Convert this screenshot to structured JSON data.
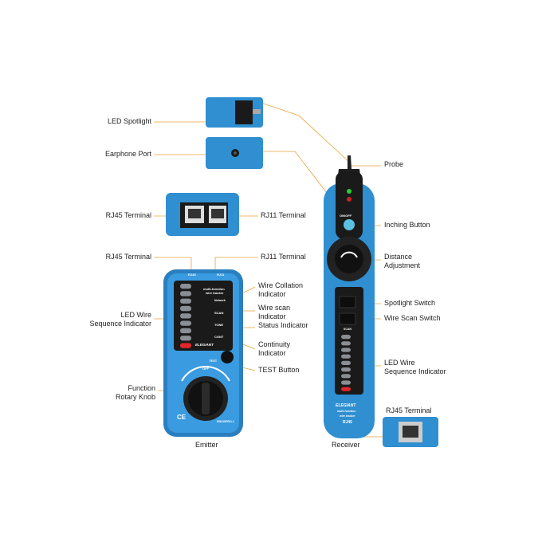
{
  "colors": {
    "device_blue": "#2f8fd0",
    "panel_black": "#1a1a1a",
    "leader": "#e8a33a",
    "led_red": "#e0262a"
  },
  "labels": {
    "led_spotlight": "LED Spotlight",
    "earphone_port": "Earphone Port",
    "rj45_terminal_top": "RJ45 Terminal",
    "rj11_terminal_top": "RJ11 Terminal",
    "rj45_terminal_emitter": "RJ45 Terminal",
    "rj11_terminal_emitter": "RJ11 Terminal",
    "wire_collation_1": "Wire Collation",
    "wire_collation_2": "Indicator",
    "wire_scan_1": "Wire scan",
    "wire_scan_2": "Indicator",
    "status_indicator": "Status Indicator",
    "continuity_1": "Continuity",
    "continuity_2": "Indicator",
    "test_button": "TEST Button",
    "led_seq_left_1": "LED Wire",
    "led_seq_left_2": "Sequence Indicator",
    "rotary_1": "Function",
    "rotary_2": "Rotary Knob",
    "emitter": "Emitter",
    "probe": "Probe",
    "inching_button": "Inching Button",
    "distance_1": "Distance",
    "distance_2": "Adjustment",
    "spotlight_switch": "Spotlight Switch",
    "wire_scan_switch": "Wire Scan Switch",
    "led_seq_right_1": "LED Wire",
    "led_seq_right_2": "Sequence Indicator",
    "rj45_terminal_receiver": "RJ45 Terminal",
    "receiver": "Receiver"
  },
  "device_text": {
    "emitter_port_rj45": "RJ45",
    "emitter_port_rj11": "RJ11",
    "emitter_title_1": "multi-function",
    "emitter_title_2": "wire tracker",
    "network": "Network",
    "scan": "SCAN",
    "tone": "TONE",
    "cont": "CONT",
    "brand": "ELEGIANT",
    "test": "TEST",
    "off": "OFF",
    "model": "EM415PRO-1",
    "ce": "CE",
    "on_off": "ON/OFF",
    "receiver_scan": "SCAN",
    "receiver_brand": "ELEGIANT",
    "receiver_title_1": "multi-function",
    "receiver_title_2": "wire tracker",
    "receiver_model": "RJ45"
  }
}
